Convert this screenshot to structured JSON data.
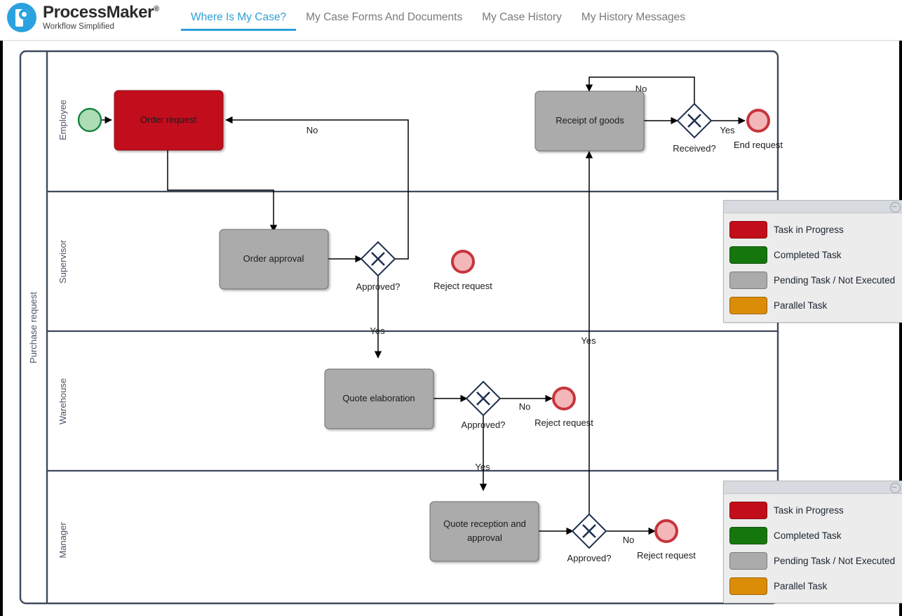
{
  "header": {
    "brand_name": "ProcessMaker",
    "brand_trademark": "®",
    "brand_tagline": "Workflow Simplified",
    "logo_icon": "processmaker-p-logo-icon",
    "tabs": [
      {
        "label": "Where Is My Case?",
        "active": true
      },
      {
        "label": "My Case Forms And Documents",
        "active": false
      },
      {
        "label": "My Case History",
        "active": false
      },
      {
        "label": "My History Messages",
        "active": false
      }
    ]
  },
  "diagram": {
    "type": "bpmn-process-diagram",
    "pool": {
      "label": "Purchase request"
    },
    "lanes": [
      {
        "id": "employee",
        "label": "Employee"
      },
      {
        "id": "supervisor",
        "label": "Supervisor"
      },
      {
        "id": "warehouse",
        "label": "Warehouse"
      },
      {
        "id": "manager",
        "label": "Manager"
      }
    ],
    "start_event": {
      "caption": "",
      "icon": "start-event-icon"
    },
    "tasks": [
      {
        "id": "order-request",
        "label": "Order request",
        "state": "in-progress",
        "color": "#C20E1A",
        "lane": "employee"
      },
      {
        "id": "receipt-of-goods",
        "label": "Receipt of goods",
        "state": "pending",
        "color": "#ABABAB",
        "lane": "employee"
      },
      {
        "id": "order-approval",
        "label": "Order approval",
        "state": "pending",
        "color": "#ABABAB",
        "lane": "supervisor"
      },
      {
        "id": "quote-elaboration",
        "label": "Quote elaboration",
        "state": "pending",
        "color": "#ABABAB",
        "lane": "warehouse"
      },
      {
        "id": "quote-reception-and-approval",
        "label": "Quote reception and approval",
        "label_line1": "Quote reception and",
        "label_line2": "approval",
        "state": "pending",
        "color": "#ABABAB",
        "lane": "manager"
      }
    ],
    "gateways": [
      {
        "id": "gw-received",
        "label": "Received?",
        "lane": "employee"
      },
      {
        "id": "gw-approved-supervisor",
        "label": "Approved?",
        "lane": "supervisor"
      },
      {
        "id": "gw-approved-warehouse",
        "label": "Approved?",
        "lane": "warehouse"
      },
      {
        "id": "gw-approved-manager",
        "label": "Approved?",
        "lane": "manager"
      }
    ],
    "end_events": [
      {
        "id": "end-request",
        "label": "End request",
        "lane": "employee"
      },
      {
        "id": "reject-request-supervisor",
        "label": "Reject request",
        "lane": "supervisor"
      },
      {
        "id": "reject-request-warehouse",
        "label": "Reject request",
        "lane": "warehouse"
      },
      {
        "id": "reject-request-manager",
        "label": "Reject request",
        "lane": "manager"
      }
    ],
    "flow_labels": {
      "receipt_no": "No",
      "received_yes": "Yes",
      "order_approval_no": "No",
      "supervisor_yes": "Yes",
      "warehouse_no": "No",
      "warehouse_yes": "Yes",
      "manager_no": "No",
      "manager_yes": "Yes"
    }
  },
  "legend": {
    "collapse_icon": "minimize-circle-icon",
    "items": [
      {
        "label": "Task in Progress",
        "color": "#C20E1A"
      },
      {
        "label": "Completed Task",
        "color": "#16760E"
      },
      {
        "label": "Pending Task / Not Executed",
        "color": "#ABABAB"
      },
      {
        "label": "Parallel Task",
        "color": "#DB8D07"
      }
    ]
  }
}
